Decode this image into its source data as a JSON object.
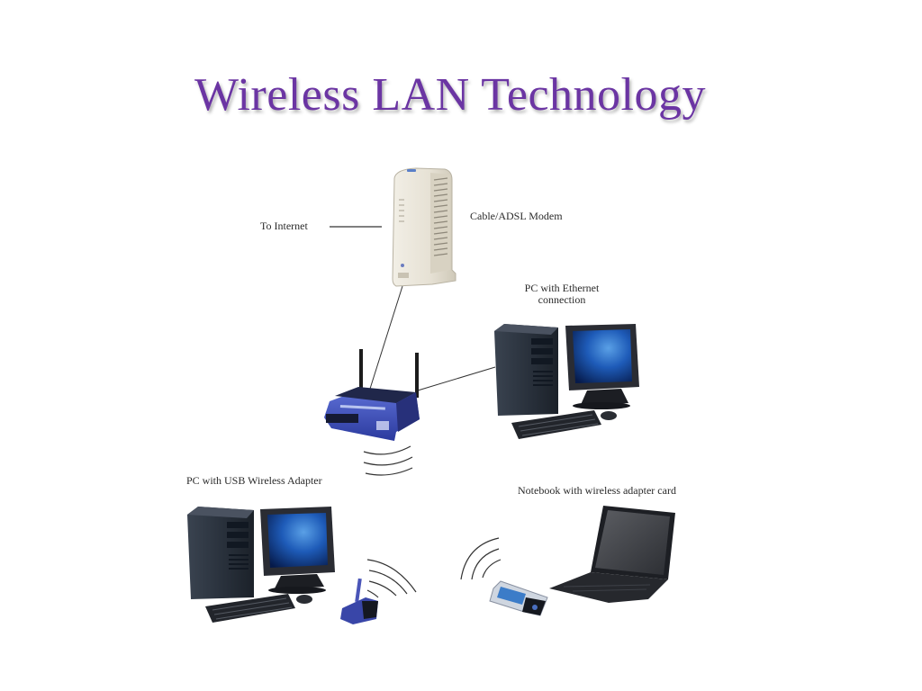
{
  "slide": {
    "title": "Wireless LAN Technology",
    "title_color": "#6b35a3"
  },
  "diagram": {
    "labels": {
      "to_internet": "To Internet",
      "modem": "Cable/ADSL Modem",
      "pc_ethernet_line1": "PC with Ethernet",
      "pc_ethernet_line2": "connection",
      "pc_usb": "PC with USB Wireless Adapter",
      "notebook": "Notebook with wireless adapter card"
    },
    "devices": [
      {
        "id": "modem",
        "icon": "cable-modem-icon"
      },
      {
        "id": "router",
        "icon": "wireless-router-icon"
      },
      {
        "id": "pc-ethernet",
        "icon": "desktop-pc-icon"
      },
      {
        "id": "pc-usb",
        "icon": "desktop-pc-icon"
      },
      {
        "id": "usb-adapter",
        "icon": "usb-wireless-adapter-icon"
      },
      {
        "id": "notebook",
        "icon": "laptop-icon"
      },
      {
        "id": "pc-card",
        "icon": "pcmcia-wireless-card-icon"
      }
    ],
    "connections": [
      {
        "from": "internet",
        "to": "modem",
        "type": "wired"
      },
      {
        "from": "modem",
        "to": "router",
        "type": "wired"
      },
      {
        "from": "router",
        "to": "pc-ethernet",
        "type": "wired"
      },
      {
        "from": "router",
        "to": "usb-adapter",
        "type": "wireless"
      },
      {
        "from": "router",
        "to": "pc-card",
        "type": "wireless"
      }
    ]
  }
}
